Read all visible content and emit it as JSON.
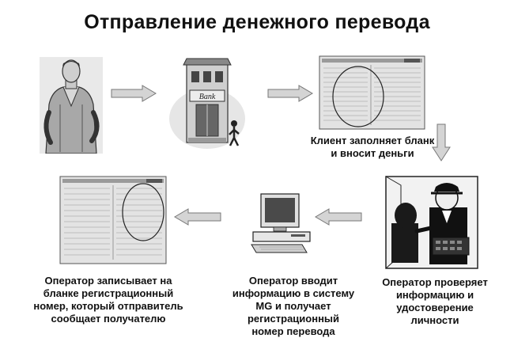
{
  "title": "Отправление денежного перевода",
  "bank_sign": "Bank",
  "captions": {
    "client": [
      "Клиент заполняет бланк",
      "и вносит деньги"
    ],
    "verify": [
      "Оператор проверяет",
      "информацию и",
      "удостоверение",
      "личности"
    ],
    "enter": [
      "Оператор вводит",
      "информацию в систему",
      "MG и получает",
      "регистрационный",
      "номер перевода"
    ],
    "record": [
      "Оператор записывает на",
      "бланке регистрационный",
      "номер, который отправитель",
      "сообщает получателю"
    ]
  }
}
